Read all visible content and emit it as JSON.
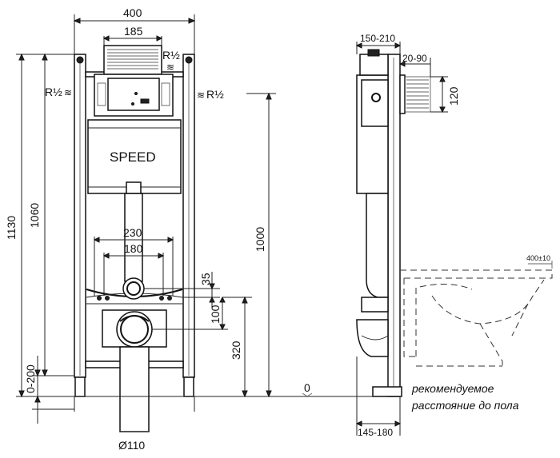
{
  "front_view": {
    "dim_width": "400",
    "dim_plate": "185",
    "dim_height_total": "1130",
    "dim_height_frame": "1060",
    "dim_adjust": "0-200",
    "dim_pipe_spacing_outer": "230",
    "dim_pipe_spacing_inner": "180",
    "dim_offset_35": "35",
    "dim_outlet_100": "100",
    "dim_outlet_320": "320",
    "dim_flush_1000": "1000",
    "dim_drain": "Ø110",
    "thread_left": "R½",
    "thread_right": "R½",
    "thread_top": "R½",
    "tank_label": "SPEED"
  },
  "side_view": {
    "dim_depth_top": "150-210",
    "dim_plate_depth": "20-90",
    "dim_plate_height": "120",
    "dim_depth_bottom": "145-180",
    "dim_bowl": "400±10",
    "floor_zero": "0"
  },
  "note": {
    "line1": "рекомендуемое",
    "line2": "расстояние до пола"
  },
  "colors": {
    "line": "#111111",
    "background": "#ffffff"
  }
}
